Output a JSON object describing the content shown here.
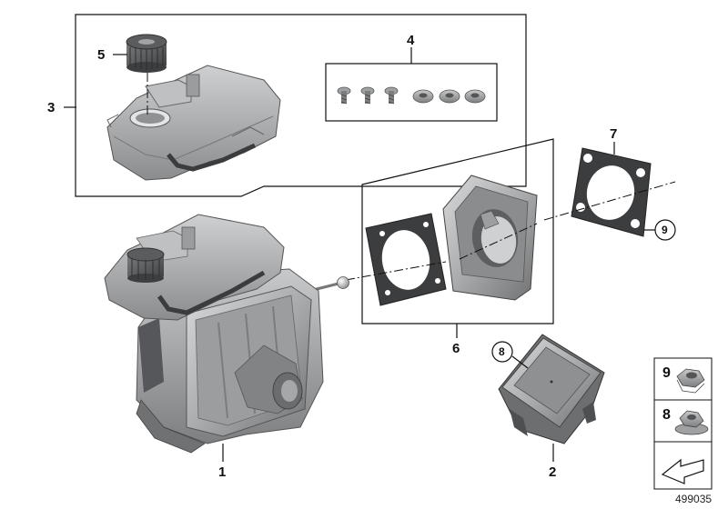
{
  "diagram": {
    "callouts": [
      {
        "id": "c1",
        "label": "1"
      },
      {
        "id": "c2",
        "label": "2"
      },
      {
        "id": "c3",
        "label": "3"
      },
      {
        "id": "c4",
        "label": "4"
      },
      {
        "id": "c5",
        "label": "5"
      },
      {
        "id": "c6",
        "label": "6"
      },
      {
        "id": "c7",
        "label": "7"
      },
      {
        "id": "c8",
        "label": "8"
      },
      {
        "id": "c9",
        "label": "9"
      }
    ],
    "legend": {
      "items": [
        {
          "label": "9"
        },
        {
          "label": "8"
        }
      ]
    },
    "document_number": "499035"
  }
}
